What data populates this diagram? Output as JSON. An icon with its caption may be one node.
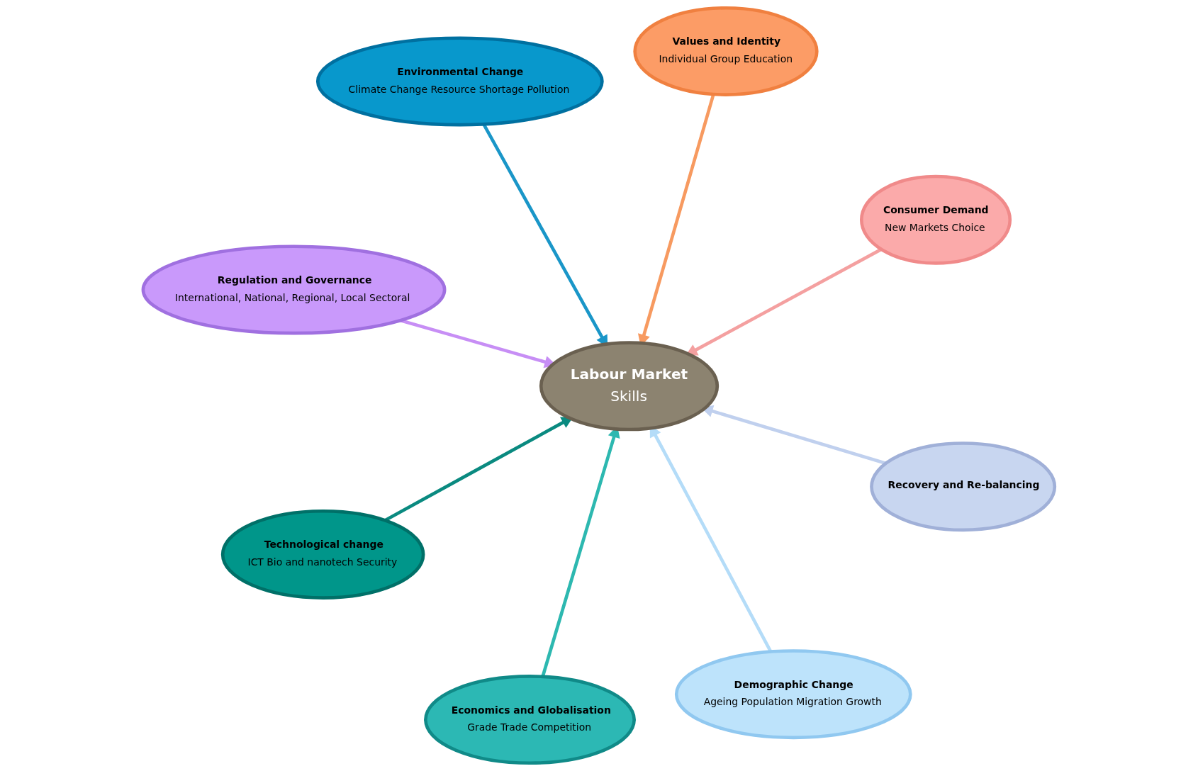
{
  "diagram": {
    "nodes": [
      {
        "text": [
          "Regulation and Governance",
          "International, National, Regional, Local Sectoral"
        ]
      },
      {
        "text": [
          "Consumer Demand",
          "New Markets Choice"
        ]
      },
      {
        "text": [
          "Demographic Change",
          "Ageing Population Migration Growth"
        ]
      },
      {
        "text": [
          "Values and Identity",
          "Individual Group Education"
        ]
      },
      {
        "text": [
          "Labour Market",
          "Skills"
        ]
      },
      {
        "text": [
          "Environmental Change",
          "Climate Change Resource Shortage Pollution"
        ]
      },
      {
        "text": [
          "Technological change",
          "ICT Bio and nanotech Security"
        ]
      },
      {
        "text": [
          "Recovery and Re-balancing"
        ]
      },
      {
        "text": [
          "Economics and Globalisation",
          "Grade Trade Competition"
        ]
      }
    ],
    "edges": [
      {
        "from": 0,
        "to": 4,
        "arrow": "to",
        "color": "#c78ef5"
      },
      {
        "from": 1,
        "to": 4,
        "arrow": "to",
        "color": "#f4a0a0"
      },
      {
        "from": 2,
        "to": 4,
        "arrow": "to",
        "color": "#b4dcf8"
      },
      {
        "from": 3,
        "to": 4,
        "arrow": "to",
        "color": "#f79a60"
      },
      {
        "from": 5,
        "to": 4,
        "arrow": "to",
        "color": "#1a96c8"
      },
      {
        "from": 6,
        "to": 4,
        "arrow": "to",
        "color": "#0a8a80"
      },
      {
        "from": 7,
        "to": 4,
        "arrow": "to",
        "color": "#c0d0ee"
      },
      {
        "from": 8,
        "to": 4,
        "arrow": "to",
        "color": "#2db8b0"
      }
    ]
  }
}
